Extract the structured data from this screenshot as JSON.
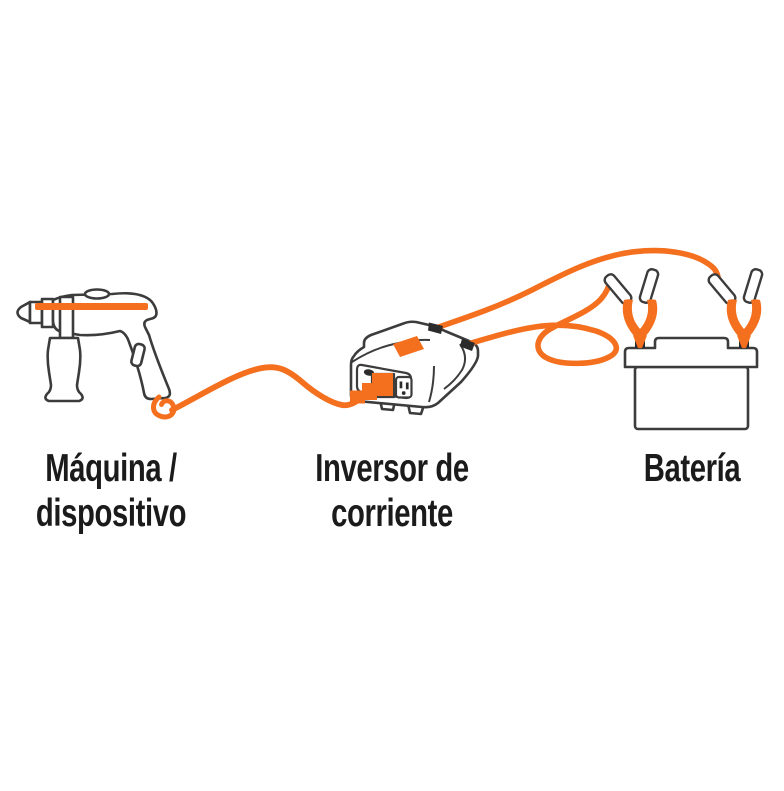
{
  "labels": {
    "machine_line1": "Máquina /",
    "machine_line2": "dispositivo",
    "inverter_line1": "Inversor de",
    "inverter_line2": "corriente",
    "battery": "Batería"
  },
  "colors": {
    "accent_orange": "#F4701F",
    "line_outline": "#3C3C3C",
    "text": "#1B1B1B",
    "port_black": "#2B2B2B",
    "background": "#FFFFFF"
  }
}
